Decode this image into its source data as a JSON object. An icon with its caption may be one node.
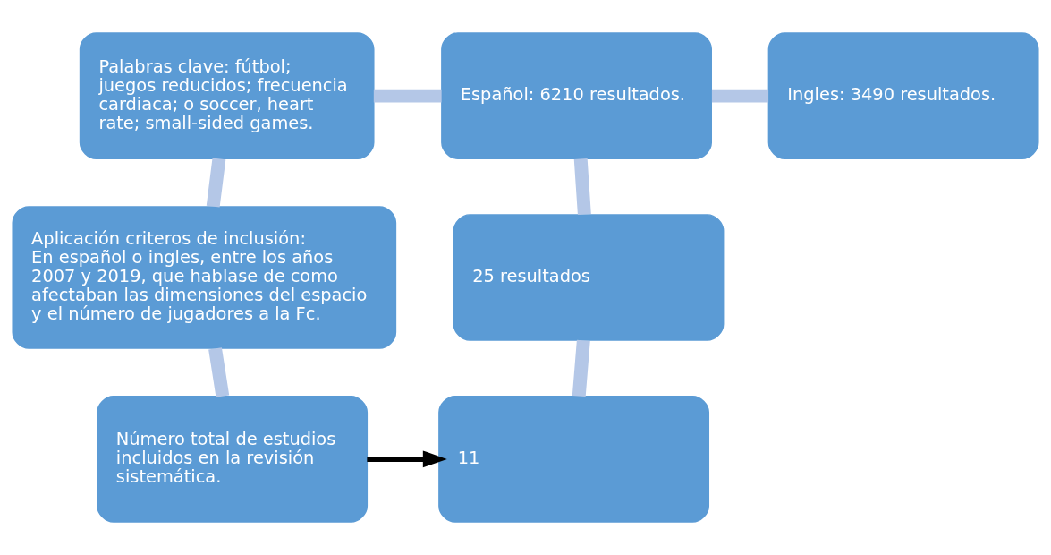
{
  "diagram": {
    "nodes": [
      {
        "text": [
          "Palabras clave: fútbol; juegos reducidos; frecuencia cardiaca; o soccer, heart rate; small-sided games."
        ]
      },
      {
        "text": [
          "Español: 6210 resultados."
        ]
      },
      {
        "text": [
          "Ingles: 3490 resultados."
        ]
      },
      {
        "text": [
          "Aplicación criteros de inclusión:",
          "En español o ingles, entre los años 2007 y 2019, que hablase de como afectaban las dimensiones del espacio y el número de jugadores a la Fc."
        ]
      },
      {
        "text": [
          "25 resultados"
        ]
      },
      {
        "text": [
          "Número total de estudios incluidos en la revisión sistemática."
        ]
      },
      {
        "text": [
          "11"
        ]
      }
    ],
    "edges": [
      {
        "from": 0,
        "to": 1,
        "arrow": "none"
      },
      {
        "from": 1,
        "to": 2,
        "arrow": "none"
      },
      {
        "from": 0,
        "to": 3,
        "arrow": "none"
      },
      {
        "from": 1,
        "to": 4,
        "arrow": "none"
      },
      {
        "from": 3,
        "to": 5,
        "arrow": "none"
      },
      {
        "from": 4,
        "to": 6,
        "arrow": "none"
      },
      {
        "from": 5,
        "to": 6,
        "arrow": "to",
        "color": "#000000"
      }
    ]
  }
}
